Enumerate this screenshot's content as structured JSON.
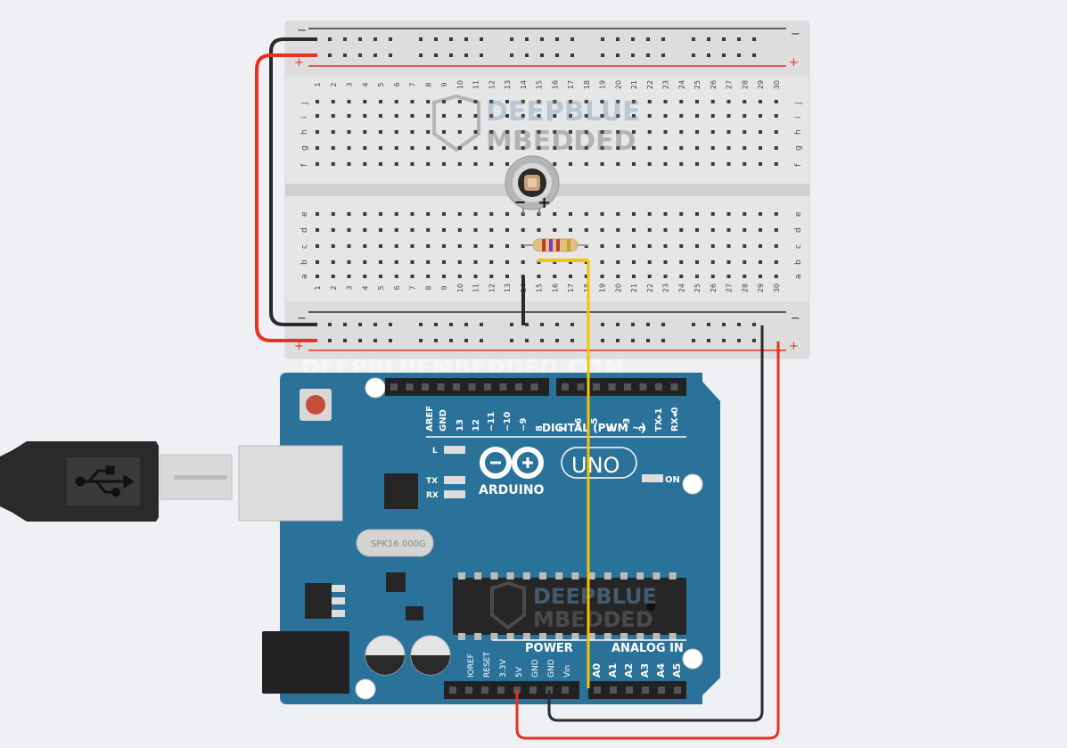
{
  "breadboard": {
    "columns": [
      "1",
      "2",
      "3",
      "4",
      "5",
      "6",
      "7",
      "8",
      "9",
      "10",
      "11",
      "12",
      "13",
      "14",
      "15",
      "16",
      "17",
      "18",
      "19",
      "20",
      "21",
      "22",
      "23",
      "24",
      "25",
      "26",
      "27",
      "28",
      "29",
      "30"
    ],
    "rows_top": [
      "j",
      "i",
      "h",
      "g",
      "f"
    ],
    "rows_bottom": [
      "e",
      "d",
      "c",
      "b",
      "a"
    ],
    "rail_minus": "−",
    "rail_plus": "+"
  },
  "sensor": {
    "minus": "−",
    "plus": "+"
  },
  "watermark": {
    "logo_line1": "DEEPBLUE",
    "logo_line2": "MBEDDED",
    "url": "DEEPBLUEMBEDDED.COM"
  },
  "arduino": {
    "brand": "ARDUINO",
    "model": "UNO",
    "digital_label": "DIGITAL (PWM ~)",
    "digital_pins": [
      "AREF",
      "GND",
      "13",
      "12",
      "~11",
      "~10",
      "~9",
      "8",
      "7",
      "~6",
      "~5",
      "4",
      "~3",
      "2",
      "TX▸1",
      "RX◂0"
    ],
    "led_l": "L",
    "led_tx": "TX",
    "led_rx": "RX",
    "on_label": "ON",
    "crystal": "SPK16.000G",
    "power_label": "POWER",
    "analog_label": "ANALOG IN",
    "power_pins": [
      "IOREF",
      "RESET",
      "3.3V",
      "5V",
      "GND",
      "GND",
      "Vin"
    ],
    "analog_pins": [
      "A0",
      "A1",
      "A2",
      "A3",
      "A4",
      "A5"
    ]
  },
  "colors": {
    "board_blue": "#2a7299",
    "wire_red": "#e8321f",
    "wire_black": "#2b2b2b",
    "wire_yellow": "#f5c400",
    "breadboard": "#e6e6e6"
  }
}
